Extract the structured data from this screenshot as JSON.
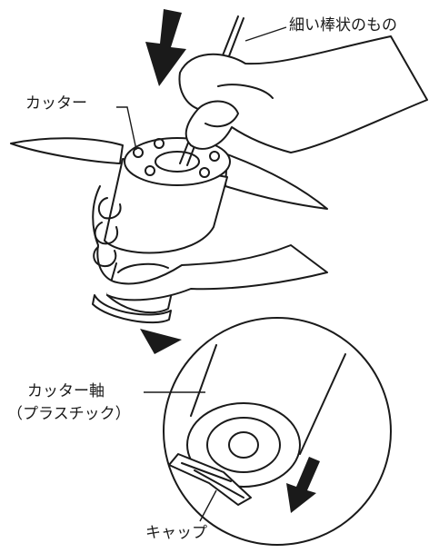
{
  "labels": {
    "thin_stick": "細い棒状のもの",
    "cutter": "カッター",
    "cutter_shaft_line1": "カッター軸",
    "cutter_shaft_line2": "（プラスチック）",
    "cap": "キャップ"
  },
  "colors": {
    "ink": "#1a1a1a",
    "background": "#ffffff"
  },
  "icons": {
    "push_arrow": "down-arrow-icon",
    "callout_arrow": "callout-pointer-icon"
  }
}
